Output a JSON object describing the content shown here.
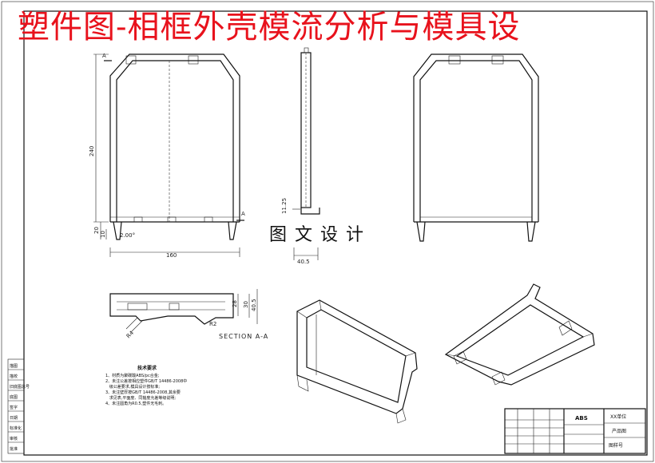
{
  "banner": {
    "title": "塑件图-相框外壳模流分析与模具设"
  },
  "watermark": {
    "text": "图文设计"
  },
  "dims": {
    "width": "160",
    "height": "240",
    "side_a": "11.25",
    "side_b": "40.5",
    "foot_a": "20",
    "foot_b": "10",
    "foot_angle": "2.00°",
    "sec_a": "28",
    "sec_b": "30",
    "sec_c": "40.5",
    "sec_d": "R4",
    "sec_e": "R2",
    "cut_mark": "A"
  },
  "section": {
    "label": "SECTION A-A"
  },
  "notes": {
    "title": "技术要求",
    "items": [
      "1、材质为聚碳酸ABS/pc合金;",
      "2、未注公差按相应塑件GB/T 14486-2008中",
      "   级公差要求,模具设计按标准;",
      "3、未注壁厚按GB/T 14486-2008,其余要",
      "   求见表,平面度、同轴度允差等级说明;",
      "4、未注圆角为R0.5,塑件无毛刺。"
    ]
  },
  "left_strip": {
    "labels": [
      "描图",
      "描校",
      "旧底图总号",
      "底图",
      "签字",
      "日期",
      "标准化",
      "审核",
      "批准"
    ]
  },
  "title_block": {
    "material": "ABS",
    "company": "XX单位",
    "product": "产品图",
    "drawing_no": "图样号"
  }
}
